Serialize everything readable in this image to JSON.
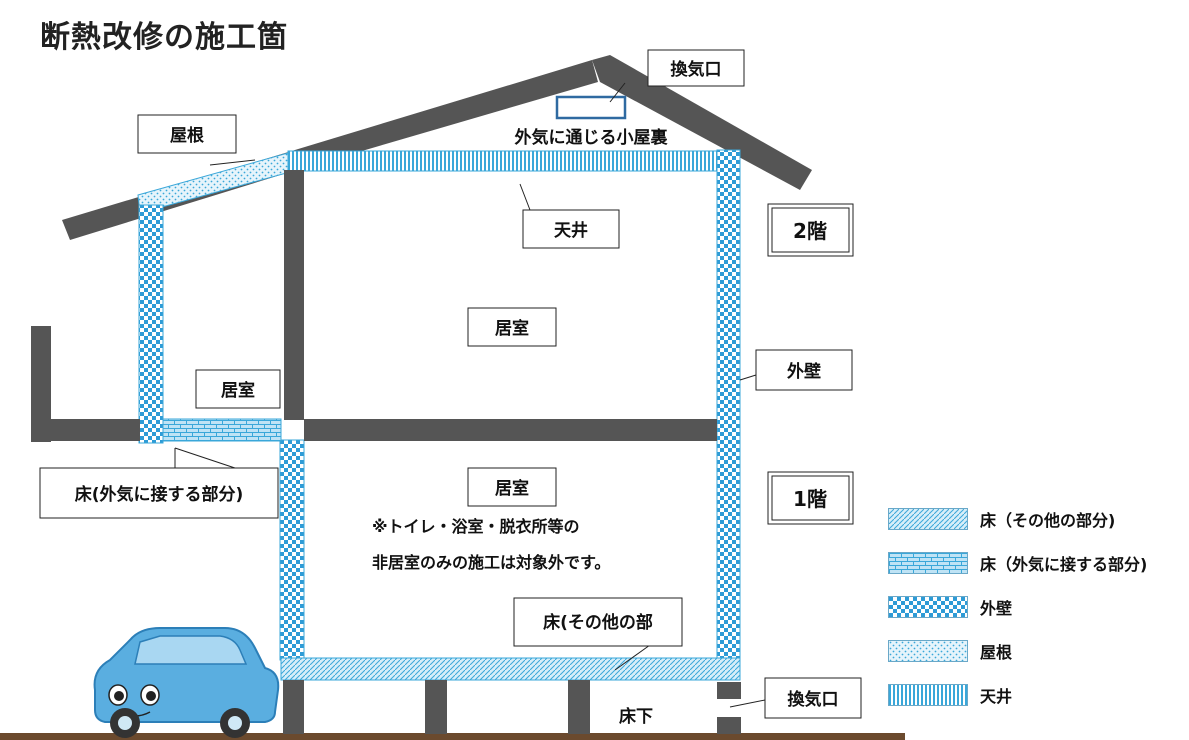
{
  "title": "断熱改修の施工箇",
  "labels": {
    "vent_top": "換気口",
    "attic": "外気に通じる小屋裏",
    "roof": "屋根",
    "ceiling": "天井",
    "floor2_badge": "2階",
    "room_upper": "居室",
    "room_left": "居室",
    "outer_wall": "外壁",
    "floor_outside": "床(外気に接する部分)",
    "room_lower": "居室",
    "floor1_badge": "1階",
    "note_line1": "※トイレ・浴室・脱衣所等の",
    "note_line2": "非居室のみの施工は対象外です。",
    "floor_other": "床(その他の部",
    "vent_bottom": "換気口",
    "underfloor": "床下"
  },
  "legend": [
    {
      "label": "床（その他の部分)",
      "pattern": "diag"
    },
    {
      "label": "床（外気に接する部分)",
      "pattern": "brick"
    },
    {
      "label": "外壁",
      "pattern": "check"
    },
    {
      "label": "屋根",
      "pattern": "dots"
    },
    {
      "label": "天井",
      "pattern": "vstripe"
    }
  ],
  "colors": {
    "structure": "#555555",
    "insulation": "#3aa7d9",
    "car": "#5aaee0",
    "ground": "#6b4a2e"
  }
}
